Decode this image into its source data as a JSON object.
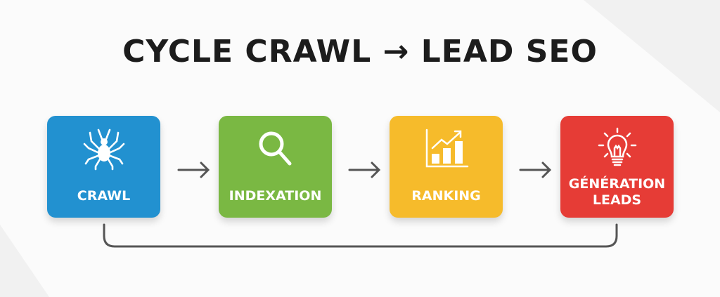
{
  "title": "CYCLE CRAWL → LEAD SEO",
  "steps": [
    {
      "label": "CRAWL",
      "icon": "spider-icon",
      "color": "#2291d0"
    },
    {
      "label": "INDEXATION",
      "icon": "magnifier-icon",
      "color": "#7ab843"
    },
    {
      "label": "RANKING",
      "icon": "growth-chart-icon",
      "color": "#f6bb2b"
    },
    {
      "label": "GÉNÉRATION LEADS",
      "icon": "lightbulb-icon",
      "color": "#e63c36"
    }
  ],
  "arrow_color": "#555555"
}
